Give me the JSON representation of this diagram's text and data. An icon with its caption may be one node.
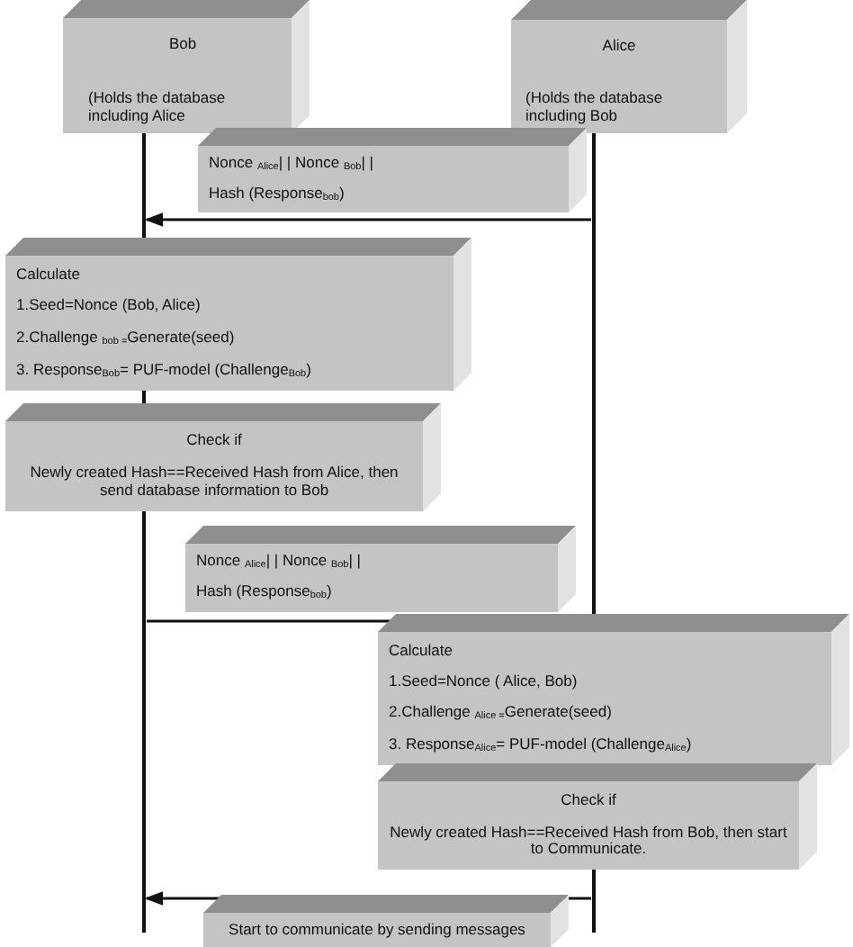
{
  "diagram": {
    "nodes": [
      {
        "text": [
          "Bob",
          "(Holds the database including Alice"
        ]
      },
      {
        "text": [
          "Alice",
          "(Holds the database including Bob"
        ]
      },
      {
        "text": [],
        "shape": "bar"
      },
      {
        "text": [],
        "shape": "bar"
      },
      {
        "text": [
          "Nonce $_{Alice}$| | Nonce $_{Bob}$| |",
          "Hash (Response$_{bob}$)"
        ]
      },
      {
        "text": [
          "Calculate",
          "1.Seed=Nonce (Bob, Alice)",
          "2.Challenge $_{bob =}$Generate(seed)",
          "3. Response$_{Bob}$=  PUF-model (Challenge$_{Bob}$)"
        ]
      },
      {
        "text": [
          "Check if",
          "Newly created Hash==Received Hash from Alice, then send database information to Bob"
        ]
      },
      {
        "text": [
          "Nonce $_{Alice}$| | Nonce $_{Bob}$| |",
          "Hash (Response$_{bob}$)"
        ]
      },
      {
        "text": [
          "Calculate",
          "1.Seed=Nonce ( Alice, Bob)",
          "2.Challenge $_{Alice =}$Generate(seed)",
          "3. Response$_{Alice}$=  PUF-model (Challenge$_{Alice}$)"
        ]
      },
      {
        "text": [
          "Check if",
          "Newly created Hash==Received Hash from Bob, then start to Communicate."
        ]
      },
      {
        "text": [
          "Start to communicate by sending messages"
        ]
      }
    ],
    "edges": [
      {
        "from": 3,
        "to": 2,
        "arrow": "to"
      },
      {
        "from": 2,
        "to": 3,
        "arrow": "none"
      },
      {
        "from": 3,
        "to": 2,
        "arrow": "to"
      }
    ]
  }
}
